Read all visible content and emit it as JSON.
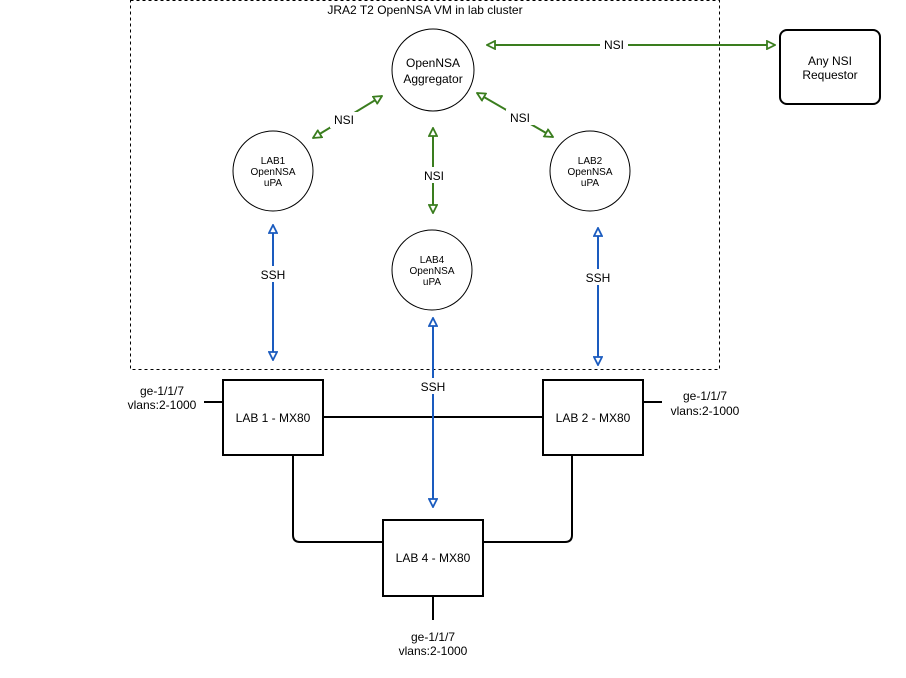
{
  "cluster": {
    "title": "JRA2 T2 OpenNSA VM in lab cluster"
  },
  "nodes": {
    "aggregator": {
      "lines": [
        "OpenNSA",
        "Aggregator"
      ]
    },
    "lab1_upa": {
      "lines": [
        "LAB1",
        "OpenNSA",
        "uPA"
      ]
    },
    "lab2_upa": {
      "lines": [
        "LAB2",
        "OpenNSA",
        "uPA"
      ]
    },
    "lab4_upa": {
      "lines": [
        "LAB4",
        "OpenNSA",
        "uPA"
      ]
    },
    "requestor": {
      "lines": [
        "Any NSI",
        "Requestor"
      ]
    },
    "lab1_router": {
      "label": "LAB 1 - MX80"
    },
    "lab2_router": {
      "label": "LAB 2 - MX80"
    },
    "lab4_router": {
      "label": "LAB 4 - MX80"
    }
  },
  "edges": {
    "nsi_requestor": "NSI",
    "nsi_lab1": "NSI",
    "nsi_lab4": "NSI",
    "nsi_lab2": "NSI",
    "ssh_lab1": "SSH",
    "ssh_lab4": "SSH",
    "ssh_lab2": "SSH"
  },
  "ports": {
    "lab1": {
      "port": "ge-1/1/7",
      "vlans": "vlans:2-1000"
    },
    "lab2": {
      "port": "ge-1/1/7",
      "vlans": "vlans:2-1000"
    },
    "lab4": {
      "port": "ge-1/1/7",
      "vlans": "vlans:2-1000"
    }
  },
  "colors": {
    "nsi": "#3a7d1e",
    "ssh": "#1a5bbf",
    "line": "#000000"
  }
}
